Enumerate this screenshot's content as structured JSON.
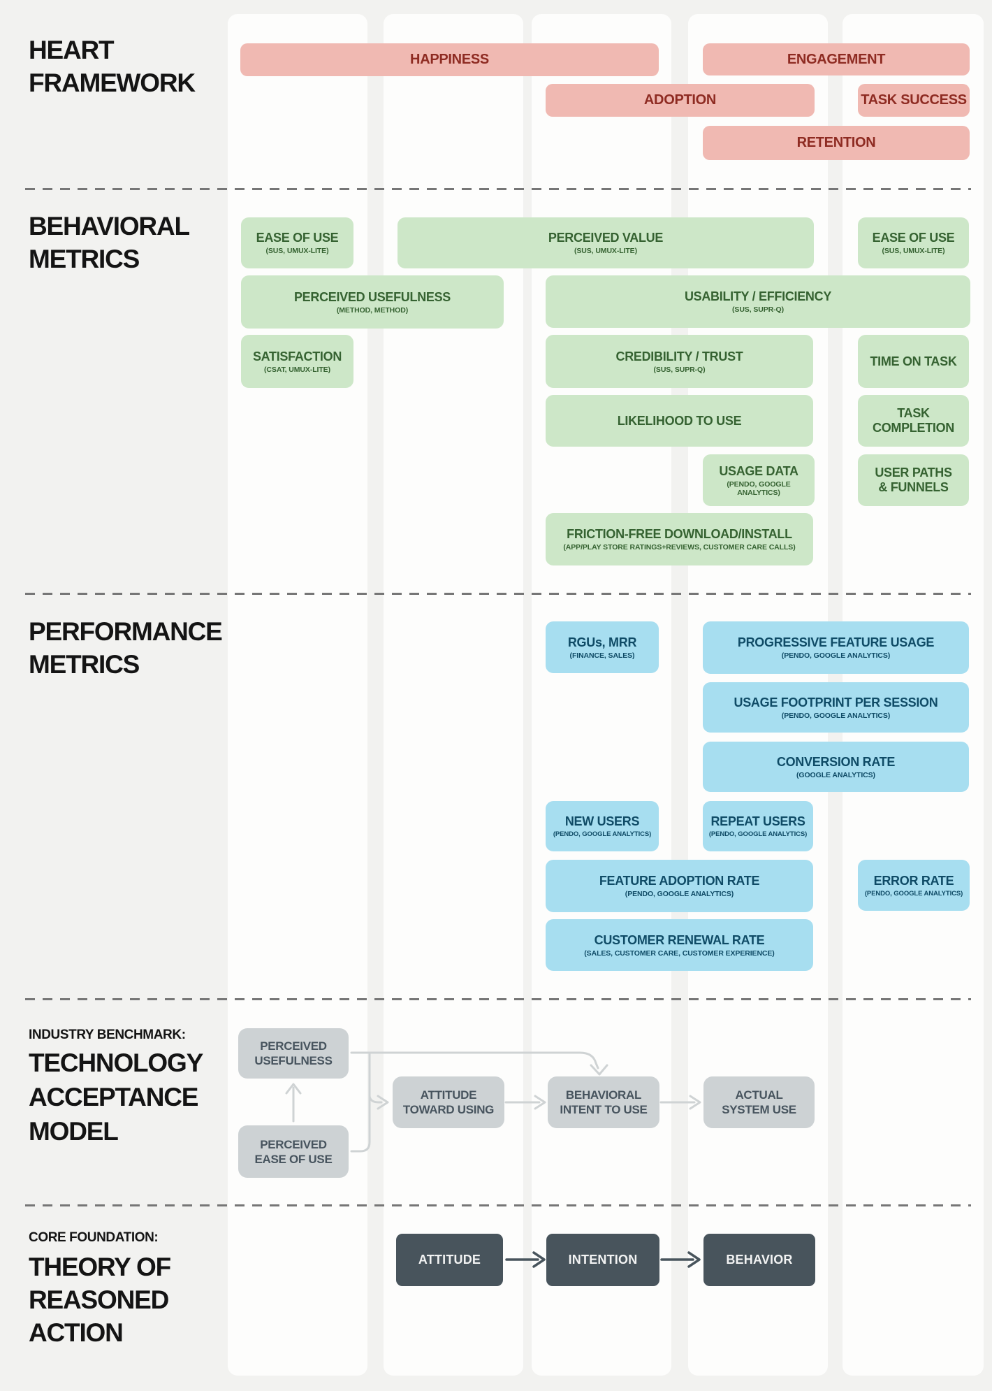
{
  "page": {
    "background": "#f2f2f0",
    "track_background": "#fdfdfc",
    "divider_color": "#767676"
  },
  "colors": {
    "heart_pill_bg": "#f0b9b2",
    "heart_pill_text": "#8e2b22",
    "behavioral_bg": "#cde7c8",
    "behavioral_text": "#356231",
    "performance_bg": "#a7def0",
    "performance_text": "#0f4b66",
    "tam_bg": "#cdd2d4",
    "tam_text": "#47545e",
    "tra_bg": "#48545c",
    "tra_text": "#f2f3f3",
    "light_arrow": "#cfd3d4",
    "dark_arrow": "#48545c",
    "section_title_text": "#141414"
  },
  "sections": {
    "heart": {
      "title": "HEART\nFRAMEWORK"
    },
    "behavioral": {
      "title": "BEHAVIORAL\nMETRICS"
    },
    "performance": {
      "title": "PERFORMANCE\nMETRICS"
    },
    "tam": {
      "pretitle": "INDUSTRY BENCHMARK:",
      "title": "TECHNOLOGY\nACCEPTANCE\nMODEL"
    },
    "tra": {
      "pretitle": "CORE FOUNDATION:",
      "title": "THEORY OF\nREASONED\nACTION"
    }
  },
  "heart_pills": {
    "happiness": "HAPPINESS",
    "engagement": "ENGAGEMENT",
    "adoption": "ADOPTION",
    "task_success": "TASK SUCCESS",
    "retention": "RETENTION"
  },
  "behavioral": {
    "ease_of_use_happiness": {
      "label": "EASE OF USE",
      "sub": "(SUS, UMUX-LITE)"
    },
    "perceived_value": {
      "label": "PERCEIVED VALUE",
      "sub": "(SUS, UMUX-LITE)"
    },
    "ease_of_use_task": {
      "label": "EASE OF USE",
      "sub": "(SUS, UMUX-LITE)"
    },
    "perceived_usefulness": {
      "label": "PERCEIVED USEFULNESS",
      "sub": "(METHOD, METHOD)"
    },
    "usability_efficiency": {
      "label": "USABILITY / EFFICIENCY",
      "sub": "(SUS, SUPR-Q)"
    },
    "satisfaction": {
      "label": "SATISFACTION",
      "sub": "(CSAT, UMUX-LITE)"
    },
    "credibility_trust": {
      "label": "CREDIBILITY / TRUST",
      "sub": "(SUS, SUPR-Q)"
    },
    "time_on_task": {
      "label": "TIME ON TASK"
    },
    "likelihood_to_use": {
      "label": "LIKELIHOOD TO USE"
    },
    "task_completion": {
      "label": "TASK\nCOMPLETION"
    },
    "usage_data": {
      "label": "USAGE DATA",
      "sub": "(PENDO, GOOGLE ANALYTICS)"
    },
    "user_paths_funnels": {
      "label": "USER PATHS\n& FUNNELS"
    },
    "friction_free": {
      "label": "FRICTION-FREE DOWNLOAD/INSTALL",
      "sub": "(APP/PLAY STORE RATINGS+REVIEWS, CUSTOMER CARE CALLS)"
    }
  },
  "performance": {
    "rgus_mrr": {
      "label": "RGUs, MRR",
      "sub": "(FINANCE, SALES)"
    },
    "progressive_feature_usage": {
      "label": "PROGRESSIVE FEATURE USAGE",
      "sub": "(PENDO, GOOGLE ANALYTICS)"
    },
    "usage_footprint": {
      "label": "USAGE FOOTPRINT PER SESSION",
      "sub": "(PENDO, GOOGLE ANALYTICS)"
    },
    "conversion_rate": {
      "label": "CONVERSION RATE",
      "sub": "(GOOGLE ANALYTICS)"
    },
    "new_users": {
      "label": "NEW USERS",
      "sub": "(PENDO, GOOGLE ANALYTICS)"
    },
    "repeat_users": {
      "label": "REPEAT USERS",
      "sub": "(PENDO, GOOGLE ANALYTICS)"
    },
    "feature_adoption_rate": {
      "label": "FEATURE ADOPTION RATE",
      "sub": "(PENDO, GOOGLE ANALYTICS)"
    },
    "error_rate": {
      "label": "ERROR RATE",
      "sub": "(PENDO, GOOGLE ANALYTICS)"
    },
    "customer_renewal_rate": {
      "label": "CUSTOMER RENEWAL RATE",
      "sub": "(SALES, CUSTOMER CARE, CUSTOMER EXPERIENCE)"
    }
  },
  "tam": {
    "perceived_usefulness": {
      "label": "PERCEIVED\nUSEFULNESS"
    },
    "perceived_ease_of_use": {
      "label": "PERCEIVED\nEASE OF USE"
    },
    "attitude_toward_using": {
      "label": "ATTITUDE\nTOWARD USING"
    },
    "behavioral_intent": {
      "label": "BEHAVIORAL\nINTENT TO USE"
    },
    "actual_system_use": {
      "label": "ACTUAL\nSYSTEM USE"
    }
  },
  "tra": {
    "attitude": {
      "label": "ATTITUDE"
    },
    "intention": {
      "label": "INTENTION"
    },
    "behavior": {
      "label": "BEHAVIOR"
    }
  }
}
